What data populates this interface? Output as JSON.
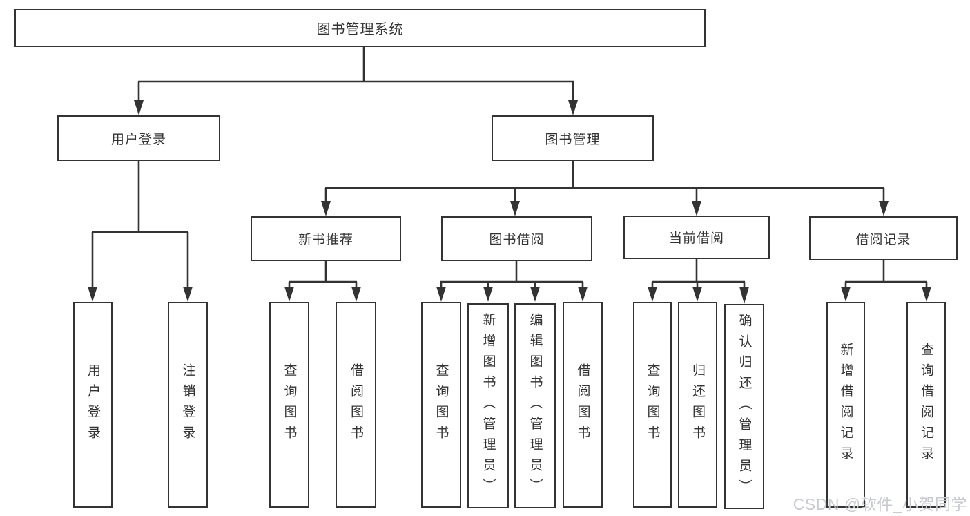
{
  "diagram": {
    "root": {
      "label": "图书管理系统",
      "children": [
        {
          "label": "用户登录",
          "children": [
            {
              "label": "用户登录"
            },
            {
              "label": "注销登录"
            }
          ]
        },
        {
          "label": "图书管理",
          "children": [
            {
              "label": "新书推荐",
              "children": [
                {
                  "label": "查询图书"
                },
                {
                  "label": "借阅图书"
                }
              ]
            },
            {
              "label": "图书借阅",
              "children": [
                {
                  "label": "查询图书"
                },
                {
                  "label": "新增图书（管理员）"
                },
                {
                  "label": "编辑图书（管理员）"
                },
                {
                  "label": "借阅图书"
                }
              ]
            },
            {
              "label": "当前借阅",
              "children": [
                {
                  "label": "查询图书"
                },
                {
                  "label": "归还图书"
                },
                {
                  "label": "确认归还（管理员）"
                }
              ]
            },
            {
              "label": "借阅记录",
              "children": [
                {
                  "label": "新增借阅记录"
                },
                {
                  "label": "查询借阅记录"
                }
              ]
            }
          ]
        }
      ]
    }
  },
  "watermark": {
    "text": "CSDN @软件_小贺同学"
  },
  "colors": {
    "background": "#ffffff",
    "box_fill": "#ffffff",
    "box_border": "#333333",
    "line": "#333333",
    "text": "#333333",
    "watermark": "#c8cad0"
  }
}
